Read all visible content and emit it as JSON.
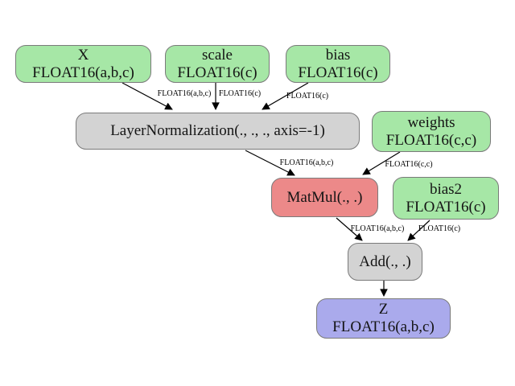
{
  "colors": {
    "input_fill": "#a6e7a6",
    "op_fill": "#d3d3d3",
    "matmul_fill": "#ec8989",
    "output_fill": "#aaaaec",
    "border": "#7a7a7a",
    "edge": "#000000"
  },
  "nodes": {
    "x": {
      "name": "X",
      "dtype": "FLOAT16(a,b,c)"
    },
    "scale": {
      "name": "scale",
      "dtype": "FLOAT16(c)"
    },
    "bias": {
      "name": "bias",
      "dtype": "FLOAT16(c)"
    },
    "layernorm": {
      "label": "LayerNormalization(., ., ., axis=-1)"
    },
    "weights": {
      "name": "weights",
      "dtype": "FLOAT16(c,c)"
    },
    "matmul": {
      "label": "MatMul(., .)"
    },
    "bias2": {
      "name": "bias2",
      "dtype": "FLOAT16(c)"
    },
    "add": {
      "label": "Add(., .)"
    },
    "z": {
      "name": "Z",
      "dtype": "FLOAT16(a,b,c)"
    }
  },
  "edge_labels": {
    "x_to_layernorm": "FLOAT16(a,b,c)",
    "scale_to_layernorm": "FLOAT16(c)",
    "bias_to_layernorm": "FLOAT16(c)",
    "layernorm_to_matmul": "FLOAT16(a,b,c)",
    "weights_to_matmul": "FLOAT16(c,c)",
    "matmul_to_add": "FLOAT16(a,b,c)",
    "bias2_to_add": "FLOAT16(c)"
  }
}
